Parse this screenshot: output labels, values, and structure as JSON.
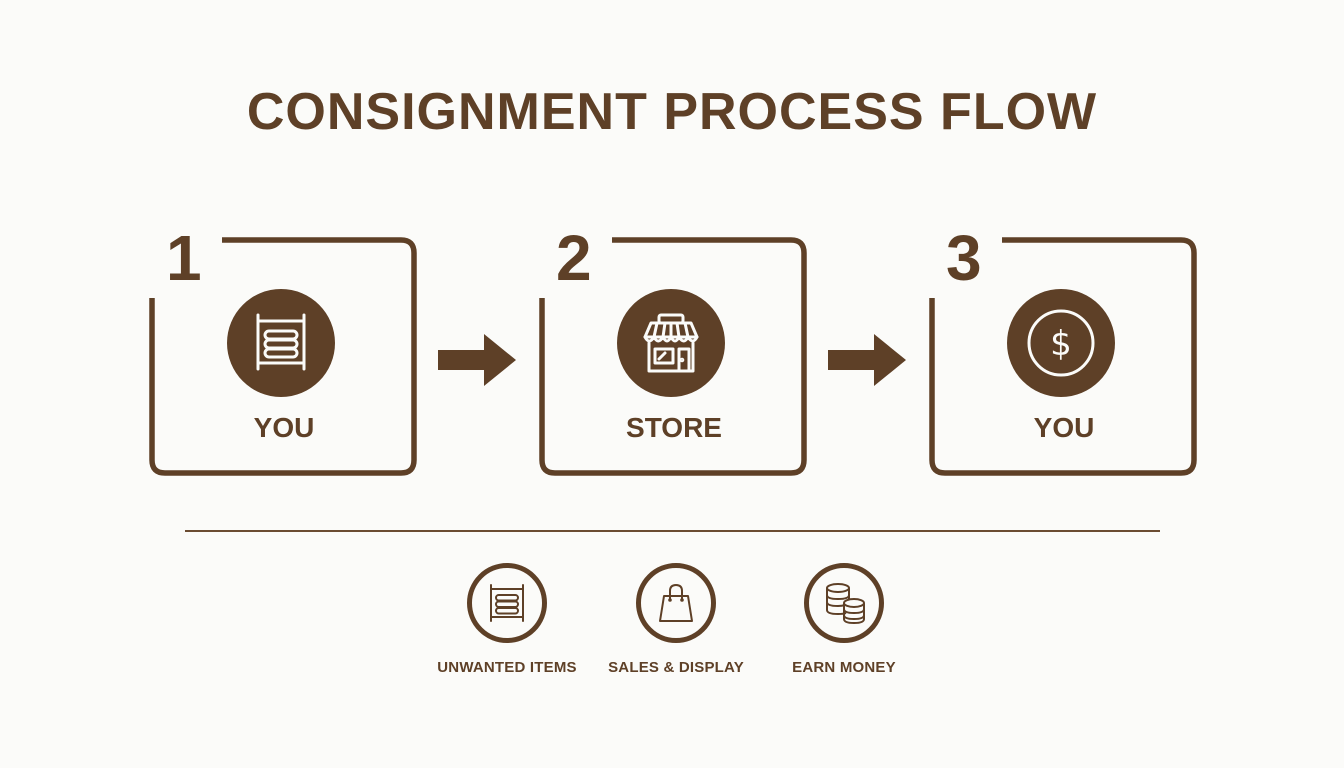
{
  "title": "CONSIGNMENT PROCESS FLOW",
  "colors": {
    "primary": "#5e4027",
    "background": "#fbfbf9",
    "icon_foreground": "#fbfbf9"
  },
  "steps": [
    {
      "number": "1",
      "label": "YOU",
      "icon": "clothing-rack-icon"
    },
    {
      "number": "2",
      "label": "STORE",
      "icon": "storefront-icon"
    },
    {
      "number": "3",
      "label": "YOU",
      "icon": "dollar-coin-icon"
    }
  ],
  "arrows": [
    {
      "from": "1",
      "to": "2",
      "icon": "arrow-right-icon"
    },
    {
      "from": "2",
      "to": "3",
      "icon": "arrow-right-icon"
    }
  ],
  "legend": [
    {
      "label": "UNWANTED ITEMS",
      "icon": "clothing-rack-icon"
    },
    {
      "label": "SALES & DISPLAY",
      "icon": "shopping-bag-icon"
    },
    {
      "label": "EARN MONEY",
      "icon": "coin-stacks-icon"
    }
  ]
}
